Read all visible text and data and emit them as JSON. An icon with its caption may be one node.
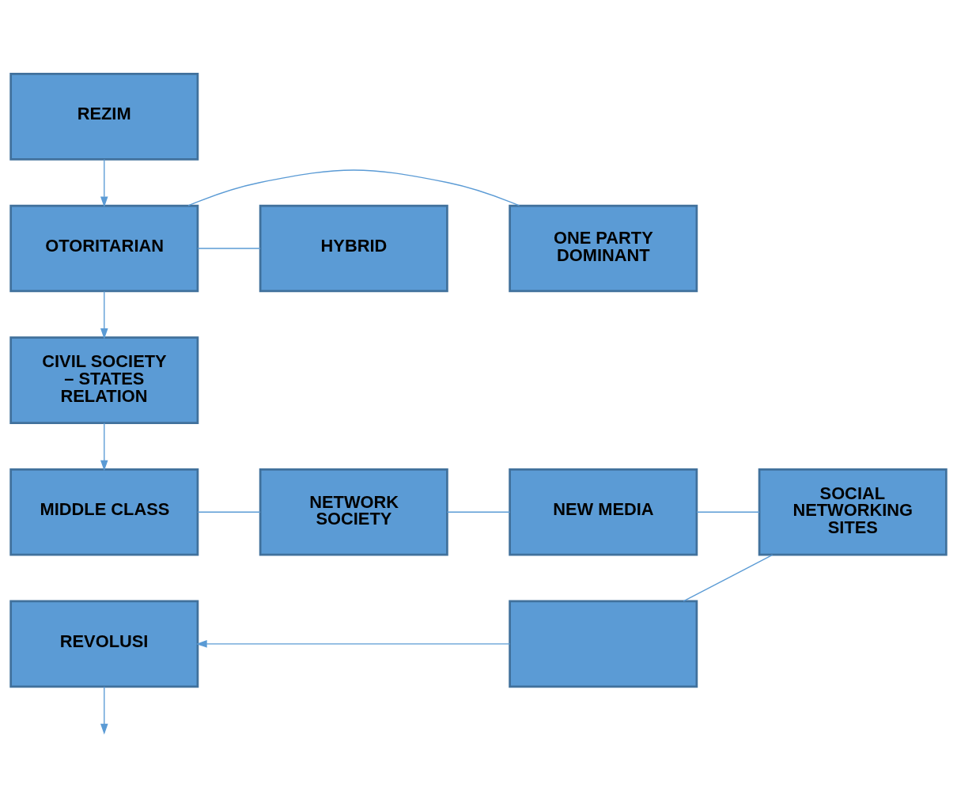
{
  "diagram": {
    "nodes": [
      {
        "text": [
          "REZIM"
        ]
      },
      {
        "text": [
          "OTORITARIAN"
        ]
      },
      {
        "text": [
          "HYBRID"
        ]
      },
      {
        "text": [
          "ONE PARTY DOMINANT"
        ]
      },
      {
        "text": [
          "CIVIL SOCIETY – STATES RELATION"
        ]
      },
      {
        "text": [
          "MIDDLE CLASS"
        ]
      },
      {
        "text": [
          "NETWORK SOCIETY"
        ]
      },
      {
        "text": [
          "NEW MEDIA"
        ]
      },
      {
        "text": [
          "SOCIAL NETWORKING SITES"
        ]
      },
      {
        "text": [
          "REVOLUSI"
        ]
      },
      {
        "text": [],
        "shape": "box"
      }
    ],
    "edges": [
      {
        "from": 0,
        "to": 1,
        "arrow": "to"
      },
      {
        "from": 1,
        "to": 2,
        "arrow": "none"
      },
      {
        "from": 1,
        "to": 3,
        "arrow": "none"
      },
      {
        "from": 1,
        "to": 4,
        "arrow": "to"
      },
      {
        "from": 4,
        "to": 5,
        "arrow": "to"
      },
      {
        "from": 5,
        "to": 6,
        "arrow": "none"
      },
      {
        "from": 6,
        "to": 7,
        "arrow": "none"
      },
      {
        "from": 7,
        "to": 8,
        "arrow": "none"
      },
      {
        "from": 8,
        "to": 10,
        "arrow": "none"
      },
      {
        "from": 10,
        "to": 9,
        "arrow": "to"
      },
      {
        "from": 9,
        "to": null,
        "arrow": "to"
      }
    ]
  }
}
